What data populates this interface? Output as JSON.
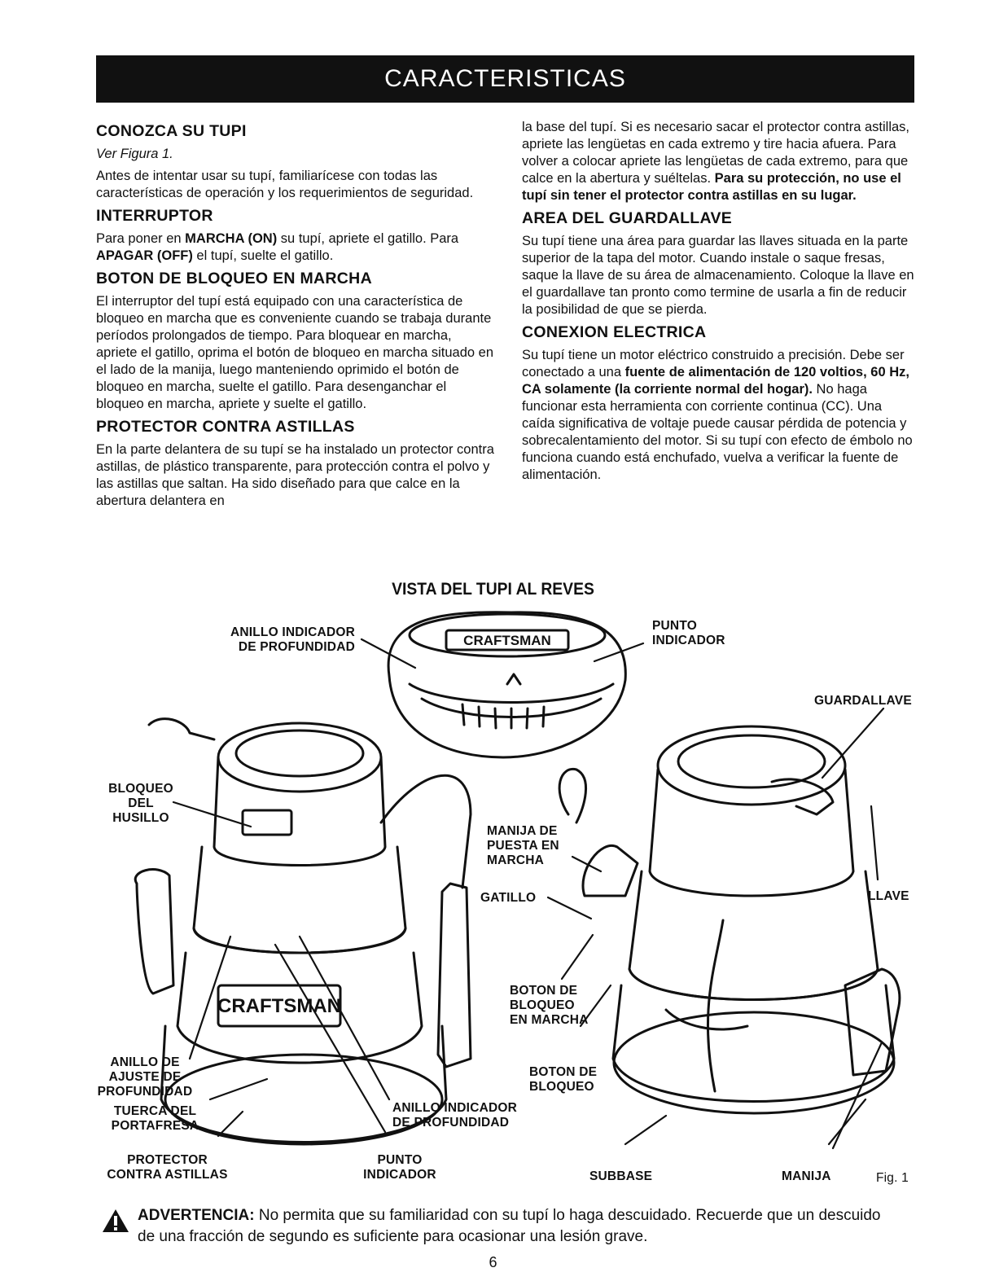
{
  "header": {
    "title": "CARACTERISTICAS"
  },
  "left_column": {
    "s1_title": "CONOZCA SU TUPI",
    "s1_sub": "Ver Figura 1.",
    "s1_body": "Antes de intentar usar su tupí, familiarícese con todas las características de operación y los requerimientos de seguridad.",
    "s2_title": "INTERRUPTOR",
    "s2_a": "Para poner en ",
    "s2_b": "MARCHA (ON)",
    "s2_c": " su tupí, apriete el gatillo. Para ",
    "s2_d": "APAGAR (OFF)",
    "s2_e": " el tupí, suelte el gatillo.",
    "s3_title": "BOTON DE BLOQUEO EN MARCHA",
    "s3_body": "El interruptor del tupí está equipado con una característica de bloqueo en marcha que es conveniente cuando se trabaja durante períodos prolongados de tiempo. Para bloquear en marcha, apriete el gatillo, oprima el botón de bloqueo en marcha situado en el lado de la manija, luego manteniendo oprimido el botón de bloqueo en marcha, suelte el gatillo. Para desenganchar el bloqueo en marcha, apriete y suelte el gatillo.",
    "s4_title": "PROTECTOR CONTRA ASTILLAS",
    "s4_body": "En la parte delantera de su tupí se ha instalado un protector contra astillas, de plástico transparente, para protección contra el polvo y las astillas que saltan. Ha sido diseñado para que calce en la abertura delantera en"
  },
  "right_column": {
    "s4_cont": "la base del tupí. Si es necesario sacar el protector contra astillas, apriete las lengüetas en cada extremo y tire hacia afuera. Para volver a colocar apriete las lengüetas de cada extremo, para que calce en la abertura y suéltelas. ",
    "s4_bold": "Para su protección, no use el tupí sin tener el protector contra astillas en su lugar.",
    "s5_title": "AREA DEL GUARDALLAVE",
    "s5_body": "Su tupí tiene una área para guardar las llaves situada en la parte superior de la tapa del motor. Cuando instale o saque fresas, saque la llave de su área de almacenamiento. Coloque la llave en el guardallave tan pronto como termine de usarla a fin de reducir la posibilidad de que se pierda.",
    "s6_title": "CONEXION ELECTRICA",
    "s6_a": "Su tupí tiene un motor eléctrico construido a precisión. Debe ser conectado a una ",
    "s6_b": "fuente de alimentación de 120 voltios, 60 Hz, CA solamente (la corriente normal del hogar).",
    "s6_c": " No haga funcionar esta herramienta con corriente continua (CC). Una caída significativa de voltaje puede causar pérdida de potencia y sobrecalentamiento del motor. Si su tupí con efecto de émbolo no funciona cuando está enchufado, vuelva a verificar la fuente de alimentación."
  },
  "figure": {
    "title": "VISTA DEL TUPI AL REVES",
    "brand": "CRAFTSMAN",
    "labels": {
      "anillo_top": "ANILLO INDICADOR\nDE PROFUNDIDAD",
      "punto_top": "PUNTO\nINDICADOR",
      "guardallave": "GUARDALLAVE",
      "bloqueo_husillo": "BLOQUEO\nDEL\nHUSILLO",
      "manija_puesta": "MANIJA DE\nPUESTA EN\nMARCHA",
      "gatillo": "GATILLO",
      "llave": "LLAVE",
      "boton_marcha": "BOTON DE\nBLOQUEO\nEN MARCHA",
      "anillo_ajuste": "ANILLO DE\nAJUSTE DE\nPROFUNDIDAD",
      "boton_bloqueo": "BOTON DE\nBLOQUEO",
      "tuerca": "TUERCA DEL\nPORTAFRESA",
      "anillo_bottom": "ANILLO INDICADOR\nDE PROFUNDIDAD",
      "protector": "PROTECTOR\nCONTRA ASTILLAS",
      "punto_bottom": "PUNTO\nINDICADOR",
      "subbase": "SUBBASE",
      "manija": "MANIJA",
      "fig": "Fig. 1"
    }
  },
  "warning": {
    "title": "ADVERTENCIA:",
    "text": " No permita que su familiaridad con su tupí lo haga descuidado. Recuerde que un descuido de una fracción de segundo es suficiente para ocasionar una lesión grave."
  },
  "page_number": "6"
}
